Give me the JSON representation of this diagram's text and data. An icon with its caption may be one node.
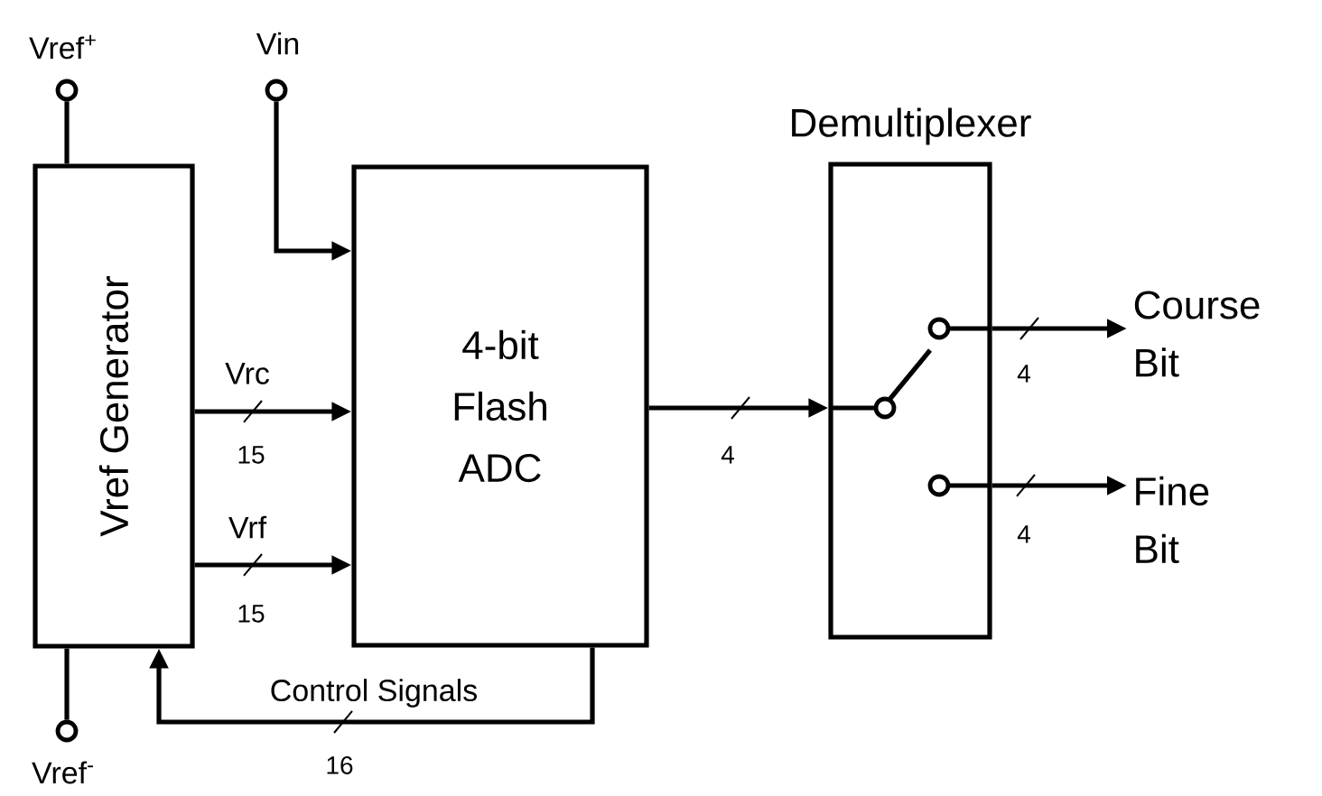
{
  "diagram": {
    "nodes": [
      {
        "text": [
          "Vref Generator"
        ]
      },
      {
        "text": [
          "4-bit Flash ADC"
        ]
      },
      {
        "text": [
          "Demultiplexer"
        ]
      },
      {
        "text": [
          "Vref$^{+}$"
        ]
      },
      {
        "text": [
          "Vin"
        ]
      },
      {
        "text": [
          "Vref$^{-}$"
        ]
      },
      {
        "text": [
          "Course Bit"
        ]
      },
      {
        "text": [
          "Fine Bit"
        ]
      }
    ],
    "edges": [
      {
        "from": 3,
        "to": 0,
        "arrow": "none"
      },
      {
        "from": 5,
        "to": 0,
        "arrow": "none"
      },
      {
        "from": 4,
        "to": 1,
        "arrow": "to"
      },
      {
        "from": 0,
        "to": 1,
        "arrow": "to",
        "label": "Vrc"
      },
      {
        "from": 0,
        "to": 1,
        "arrow": "to",
        "label": "Vrf"
      },
      {
        "from": 1,
        "to": 0,
        "arrow": "to",
        "label": "Control Signals"
      },
      {
        "from": 1,
        "to": 2,
        "arrow": "to"
      },
      {
        "from": 2,
        "to": 6,
        "arrow": "to"
      },
      {
        "from": 2,
        "to": 7,
        "arrow": "to"
      }
    ],
    "labels": [
      "15",
      "15",
      "16",
      "4",
      "4",
      "4"
    ]
  }
}
